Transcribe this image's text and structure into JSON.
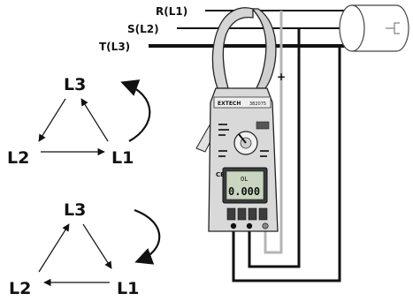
{
  "lines": {
    "r": "R(L1)",
    "s": "S(L2)",
    "t": "T(L3)"
  },
  "triangle_top": {
    "top": "L3",
    "left": "L2",
    "right": "L1"
  },
  "triangle_bottom": {
    "top": "L3",
    "left": "L2",
    "right": "L1"
  },
  "meter": {
    "brand": "EXTECH",
    "model": "382075",
    "display_mode": "OL",
    "display_value": "0.000",
    "polarity": "+",
    "ce_mark": "CE"
  },
  "colors": {
    "line": "#111111",
    "meter_body": "#d9d9d9",
    "lcd": "#c8d6c0",
    "gray_lead": "#b5b5b5"
  },
  "icons": {
    "rotation_arrow": "curved-arrow-icon",
    "motor": "motor-icon"
  }
}
